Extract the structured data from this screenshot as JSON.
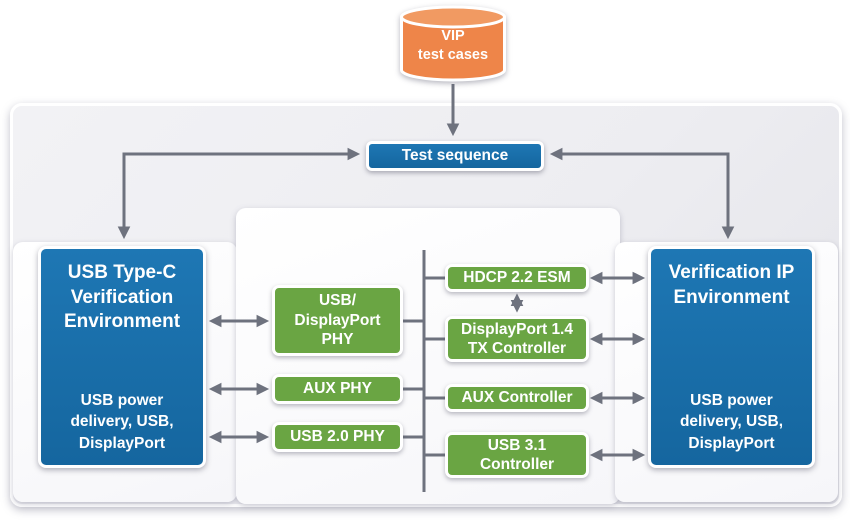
{
  "colors": {
    "block_blue": "#1a6fad",
    "block_green": "#6aa543",
    "cylinder_orange": "#ee8549",
    "cylinder_orange_top": "#f19a62",
    "arrow_gray": "#6e727e",
    "panel_gray_light": "#f2f2f5",
    "panel_gray_dark": "#e4e4e9"
  },
  "blocks": {
    "vip_test_cases": {
      "label": "VIP\ntest cases"
    },
    "test_sequence": {
      "label": "Test sequence"
    },
    "usb_typec_env": {
      "title": "USB Type-C\nVerification\nEnvironment",
      "subtitle": "USB power\ndelivery, USB,\nDisplayPort"
    },
    "verification_ip_env": {
      "title": "Verification IP\nEnvironment",
      "subtitle": "USB power\ndelivery, USB,\nDisplayPort"
    },
    "usb_displayport_phy": {
      "label": "USB/\nDisplayPort\nPHY"
    },
    "aux_phy": {
      "label": "AUX PHY"
    },
    "usb20_phy": {
      "label": "USB 2.0 PHY"
    },
    "hdcp_esm": {
      "label": "HDCP 2.2 ESM"
    },
    "displayport_tx_controller": {
      "label": "DisplayPort 1.4\nTX Controller"
    },
    "aux_controller": {
      "label": "AUX Controller"
    },
    "usb31_controller": {
      "label": "USB 3.1\nController"
    }
  }
}
